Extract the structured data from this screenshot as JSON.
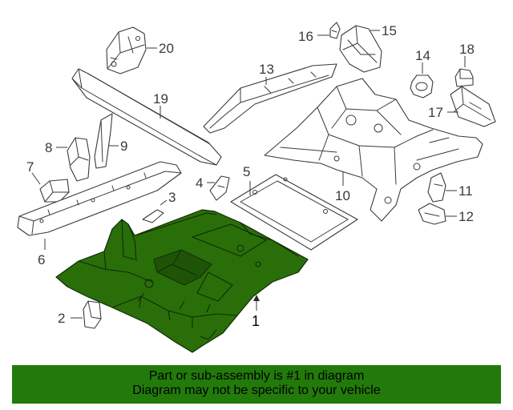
{
  "callouts": {
    "c1": "1",
    "c2": "2",
    "c3": "3",
    "c4": "4",
    "c5": "5",
    "c6": "6",
    "c7": "7",
    "c8": "8",
    "c9": "9",
    "c10": "10",
    "c11": "11",
    "c12": "12",
    "c13": "13",
    "c14": "14",
    "c15": "15",
    "c16": "16",
    "c17": "17",
    "c18": "18",
    "c19": "19",
    "c20": "20"
  },
  "highlighted_part": "1",
  "colors": {
    "highlight": "#2a6e0a",
    "banner": "#227a0b",
    "line": "#3a3a3a"
  },
  "banner": {
    "line1": "Part or sub-assembly is #1 in diagram",
    "line2": "Diagram may not be specific to your vehicle"
  }
}
